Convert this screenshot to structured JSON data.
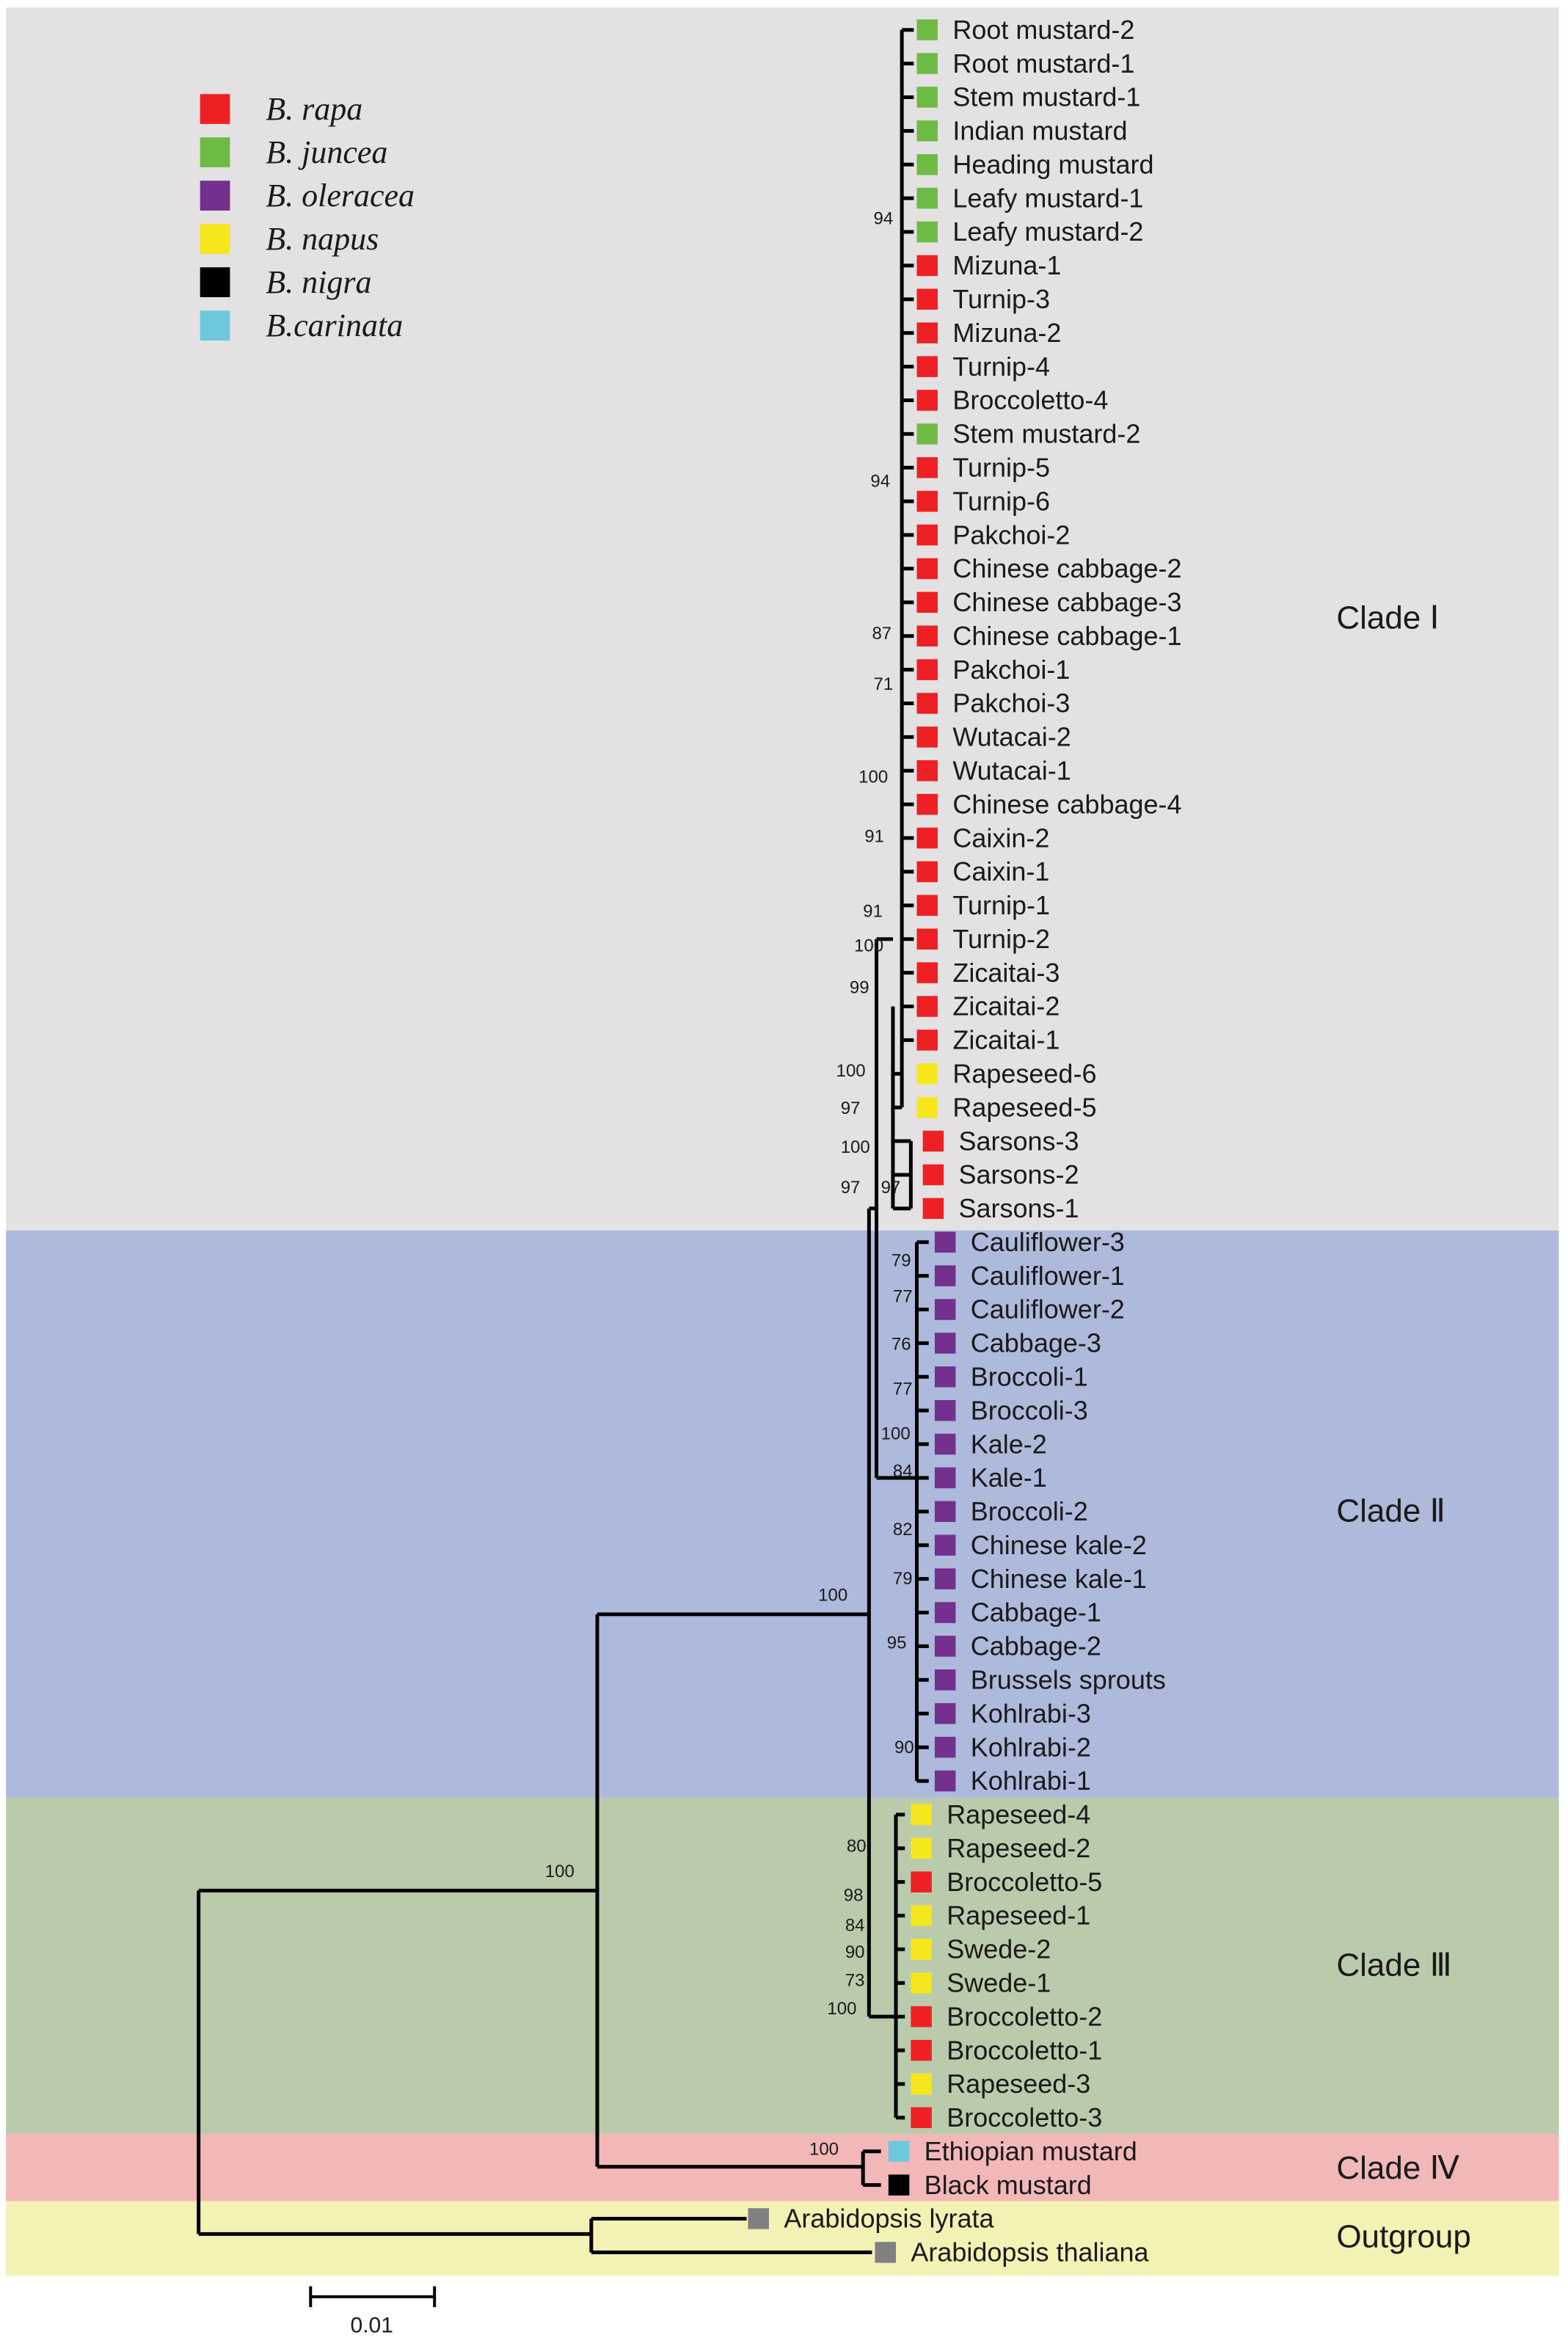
{
  "legend": [
    {
      "label": "B. rapa",
      "color": "#ee2024"
    },
    {
      "label": "B. juncea",
      "color": "#6dbb45"
    },
    {
      "label": "B. oleracea",
      "color": "#73308c"
    },
    {
      "label": "B. napus",
      "color": "#f6e71c"
    },
    {
      "label": "B. nigra",
      "color": "#000000"
    },
    {
      "label": "B.carinata",
      "color": "#6dc8dc"
    }
  ],
  "clades": [
    {
      "label": "Clade Ⅰ",
      "color": "#e3e1e2"
    },
    {
      "label": "Clade Ⅱ",
      "color": "#adbadc"
    },
    {
      "label": "Clade Ⅲ",
      "color": "#bacbac"
    },
    {
      "label": "Clade Ⅳ",
      "color": "#f2b8b8"
    },
    {
      "label": "Outgroup",
      "color": "#f3f1b3"
    }
  ],
  "leaves": [
    {
      "label": "Root mustard-2",
      "species": "B. juncea"
    },
    {
      "label": "Root mustard-1",
      "species": "B. juncea"
    },
    {
      "label": "Stem mustard-1",
      "species": "B. juncea"
    },
    {
      "label": "Indian mustard",
      "species": "B. juncea"
    },
    {
      "label": "Heading mustard",
      "species": "B. juncea"
    },
    {
      "label": "Leafy mustard-1",
      "species": "B. juncea"
    },
    {
      "label": "Leafy mustard-2",
      "species": "B. juncea"
    },
    {
      "label": "Mizuna-1",
      "species": "B. rapa"
    },
    {
      "label": "Turnip-3",
      "species": "B. rapa"
    },
    {
      "label": "Mizuna-2",
      "species": "B. rapa"
    },
    {
      "label": "Turnip-4",
      "species": "B. rapa"
    },
    {
      "label": "Broccoletto-4",
      "species": "B. rapa"
    },
    {
      "label": "Stem mustard-2",
      "species": "B. juncea"
    },
    {
      "label": "Turnip-5",
      "species": "B. rapa"
    },
    {
      "label": "Turnip-6",
      "species": "B. rapa"
    },
    {
      "label": "Pakchoi-2",
      "species": "B. rapa"
    },
    {
      "label": "Chinese cabbage-2",
      "species": "B. rapa"
    },
    {
      "label": "Chinese cabbage-3",
      "species": "B. rapa"
    },
    {
      "label": "Chinese cabbage-1",
      "species": "B. rapa"
    },
    {
      "label": "Pakchoi-1",
      "species": "B. rapa"
    },
    {
      "label": "Pakchoi-3",
      "species": "B. rapa"
    },
    {
      "label": "Wutacai-2",
      "species": "B. rapa"
    },
    {
      "label": "Wutacai-1",
      "species": "B. rapa"
    },
    {
      "label": "Chinese cabbage-4",
      "species": "B. rapa"
    },
    {
      "label": "Caixin-2",
      "species": "B. rapa"
    },
    {
      "label": "Caixin-1",
      "species": "B. rapa"
    },
    {
      "label": "Turnip-1",
      "species": "B. rapa"
    },
    {
      "label": "Turnip-2",
      "species": "B. rapa"
    },
    {
      "label": "Zicaitai-3",
      "species": "B. rapa"
    },
    {
      "label": "Zicaitai-2",
      "species": "B. rapa"
    },
    {
      "label": "Zicaitai-1",
      "species": "B. rapa"
    },
    {
      "label": "Rapeseed-6",
      "species": "B. napus"
    },
    {
      "label": "Rapeseed-5",
      "species": "B. napus"
    },
    {
      "label": "Sarsons-3",
      "species": "B. rapa"
    },
    {
      "label": "Sarsons-2",
      "species": "B. rapa"
    },
    {
      "label": "Sarsons-1",
      "species": "B. rapa"
    },
    {
      "label": "Cauliflower-3",
      "species": "B. oleracea"
    },
    {
      "label": "Cauliflower-1",
      "species": "B. oleracea"
    },
    {
      "label": "Cauliflower-2",
      "species": "B. oleracea"
    },
    {
      "label": "Cabbage-3",
      "species": "B. oleracea"
    },
    {
      "label": "Broccoli-1",
      "species": "B. oleracea"
    },
    {
      "label": "Broccoli-3",
      "species": "B. oleracea"
    },
    {
      "label": "Kale-2",
      "species": "B. oleracea"
    },
    {
      "label": "Kale-1",
      "species": "B. oleracea"
    },
    {
      "label": "Broccoli-2",
      "species": "B. oleracea"
    },
    {
      "label": "Chinese kale-2",
      "species": "B. oleracea"
    },
    {
      "label": "Chinese kale-1",
      "species": "B. oleracea"
    },
    {
      "label": "Cabbage-1",
      "species": "B. oleracea"
    },
    {
      "label": "Cabbage-2",
      "species": "B. oleracea"
    },
    {
      "label": "Brussels sprouts",
      "species": "B. oleracea"
    },
    {
      "label": "Kohlrabi-3",
      "species": "B. oleracea"
    },
    {
      "label": "Kohlrabi-2",
      "species": "B. oleracea"
    },
    {
      "label": "Kohlrabi-1",
      "species": "B. oleracea"
    },
    {
      "label": "Rapeseed-4",
      "species": "B. napus"
    },
    {
      "label": "Rapeseed-2",
      "species": "B. napus"
    },
    {
      "label": "Broccoletto-5",
      "species": "B. rapa"
    },
    {
      "label": "Rapeseed-1",
      "species": "B. napus"
    },
    {
      "label": "Swede-2",
      "species": "B. napus"
    },
    {
      "label": "Swede-1",
      "species": "B. napus"
    },
    {
      "label": "Broccoletto-2",
      "species": "B. rapa"
    },
    {
      "label": "Broccoletto-1",
      "species": "B. rapa"
    },
    {
      "label": "Rapeseed-3",
      "species": "B. napus"
    },
    {
      "label": "Broccoletto-3",
      "species": "B. rapa"
    },
    {
      "label": "Ethiopian mustard",
      "species": "B.carinata"
    },
    {
      "label": "Black mustard",
      "species": "B. nigra"
    },
    {
      "label": "Arabidopsis lyrata",
      "species": "outgroup"
    },
    {
      "label": "Arabidopsis thaliana",
      "species": "outgroup"
    }
  ],
  "outgroup_color": "#808080",
  "bootstrap": [
    {
      "value": "94",
      "near": "Leafy mustard-1"
    },
    {
      "value": "94",
      "near": "Turnip-5"
    },
    {
      "value": "87",
      "near": "Chinese cabbage-1"
    },
    {
      "value": "71",
      "near": "Pakchoi-1"
    },
    {
      "value": "100",
      "near": "Wutacai-1"
    },
    {
      "value": "91",
      "near": "Caixin-2"
    },
    {
      "value": "91",
      "near": "Turnip-1"
    },
    {
      "value": "100",
      "near": "Turnip-2"
    },
    {
      "value": "99",
      "near": "Zicaitai-3"
    },
    {
      "value": "100",
      "near": "Rapeseed-6"
    },
    {
      "value": "97",
      "near": "Rapeseed-5"
    },
    {
      "value": "100",
      "near": "Sarsons-3"
    },
    {
      "value": "97",
      "near": "Sarsons-2"
    },
    {
      "value": "97",
      "near": "Sarsons-1"
    },
    {
      "value": "79",
      "near": "Cauliflower-3"
    },
    {
      "value": "77",
      "near": "Cauliflower-1"
    },
    {
      "value": "76",
      "near": "Cabbage-3"
    },
    {
      "value": "77",
      "near": "Broccoli-1"
    },
    {
      "value": "100",
      "near": "Broccoli-3"
    },
    {
      "value": "84",
      "near": "Kale-1"
    },
    {
      "value": "82",
      "near": "Broccoli-2"
    },
    {
      "value": "79",
      "near": "Chinese kale-1"
    },
    {
      "value": "100",
      "near": "Chinese kale-1"
    },
    {
      "value": "95",
      "near": "Cabbage-2"
    },
    {
      "value": "90",
      "near": "Kohlrabi-2"
    },
    {
      "value": "80",
      "near": "Rapeseed-4"
    },
    {
      "value": "98",
      "near": "Broccoletto-5"
    },
    {
      "value": "84",
      "near": "Rapeseed-1"
    },
    {
      "value": "90",
      "near": "Swede-2"
    },
    {
      "value": "73",
      "near": "Swede-1"
    },
    {
      "value": "100",
      "near": "Broccoletto-2"
    },
    {
      "value": "100",
      "near": "Rapeseed-1"
    },
    {
      "value": "100",
      "near": "Ethiopian mustard"
    }
  ],
  "scale_bar": {
    "label": "0.01"
  }
}
